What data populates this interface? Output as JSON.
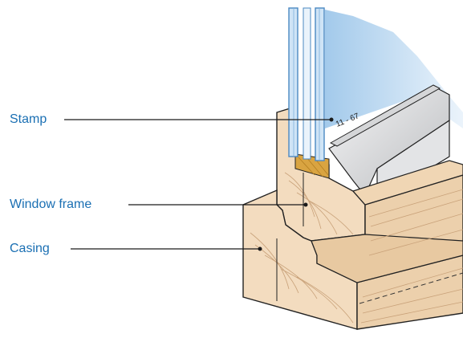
{
  "labels": {
    "stamp": "Stamp",
    "window_frame": "Window frame",
    "casing": "Casing"
  },
  "stamp_code": "11 - 67",
  "colors": {
    "label_text": "#1a6fb3",
    "leader_line": "#1a1a1a",
    "wood_light": "#f3dcbf",
    "wood_mid": "#ecd0ac",
    "wood_dark": "#dcb88f",
    "wood_grain": "#c9a27a",
    "wood_end": "#d9a441",
    "glass": "#bcd9f2",
    "glass_edge": "#4b88c2",
    "metal_light": "#e6e7e8",
    "metal_dark": "#a9abae",
    "outline": "#222222"
  }
}
